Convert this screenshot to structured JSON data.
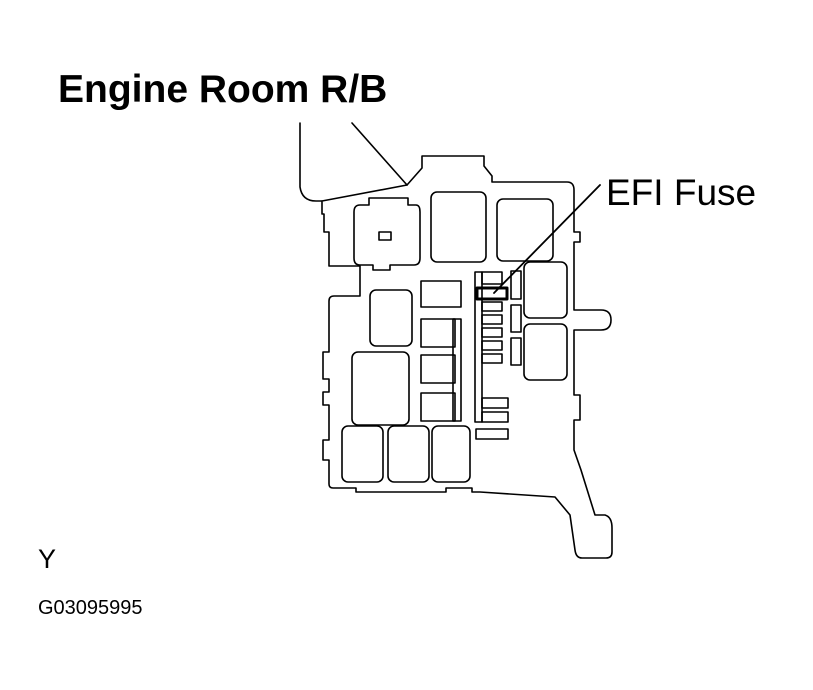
{
  "title": "Engine Room R/B",
  "callout_label": "EFI Fuse",
  "view_code": "Y",
  "figure_id": "G03095995",
  "colors": {
    "line": "#000000",
    "background": "#ffffff"
  }
}
